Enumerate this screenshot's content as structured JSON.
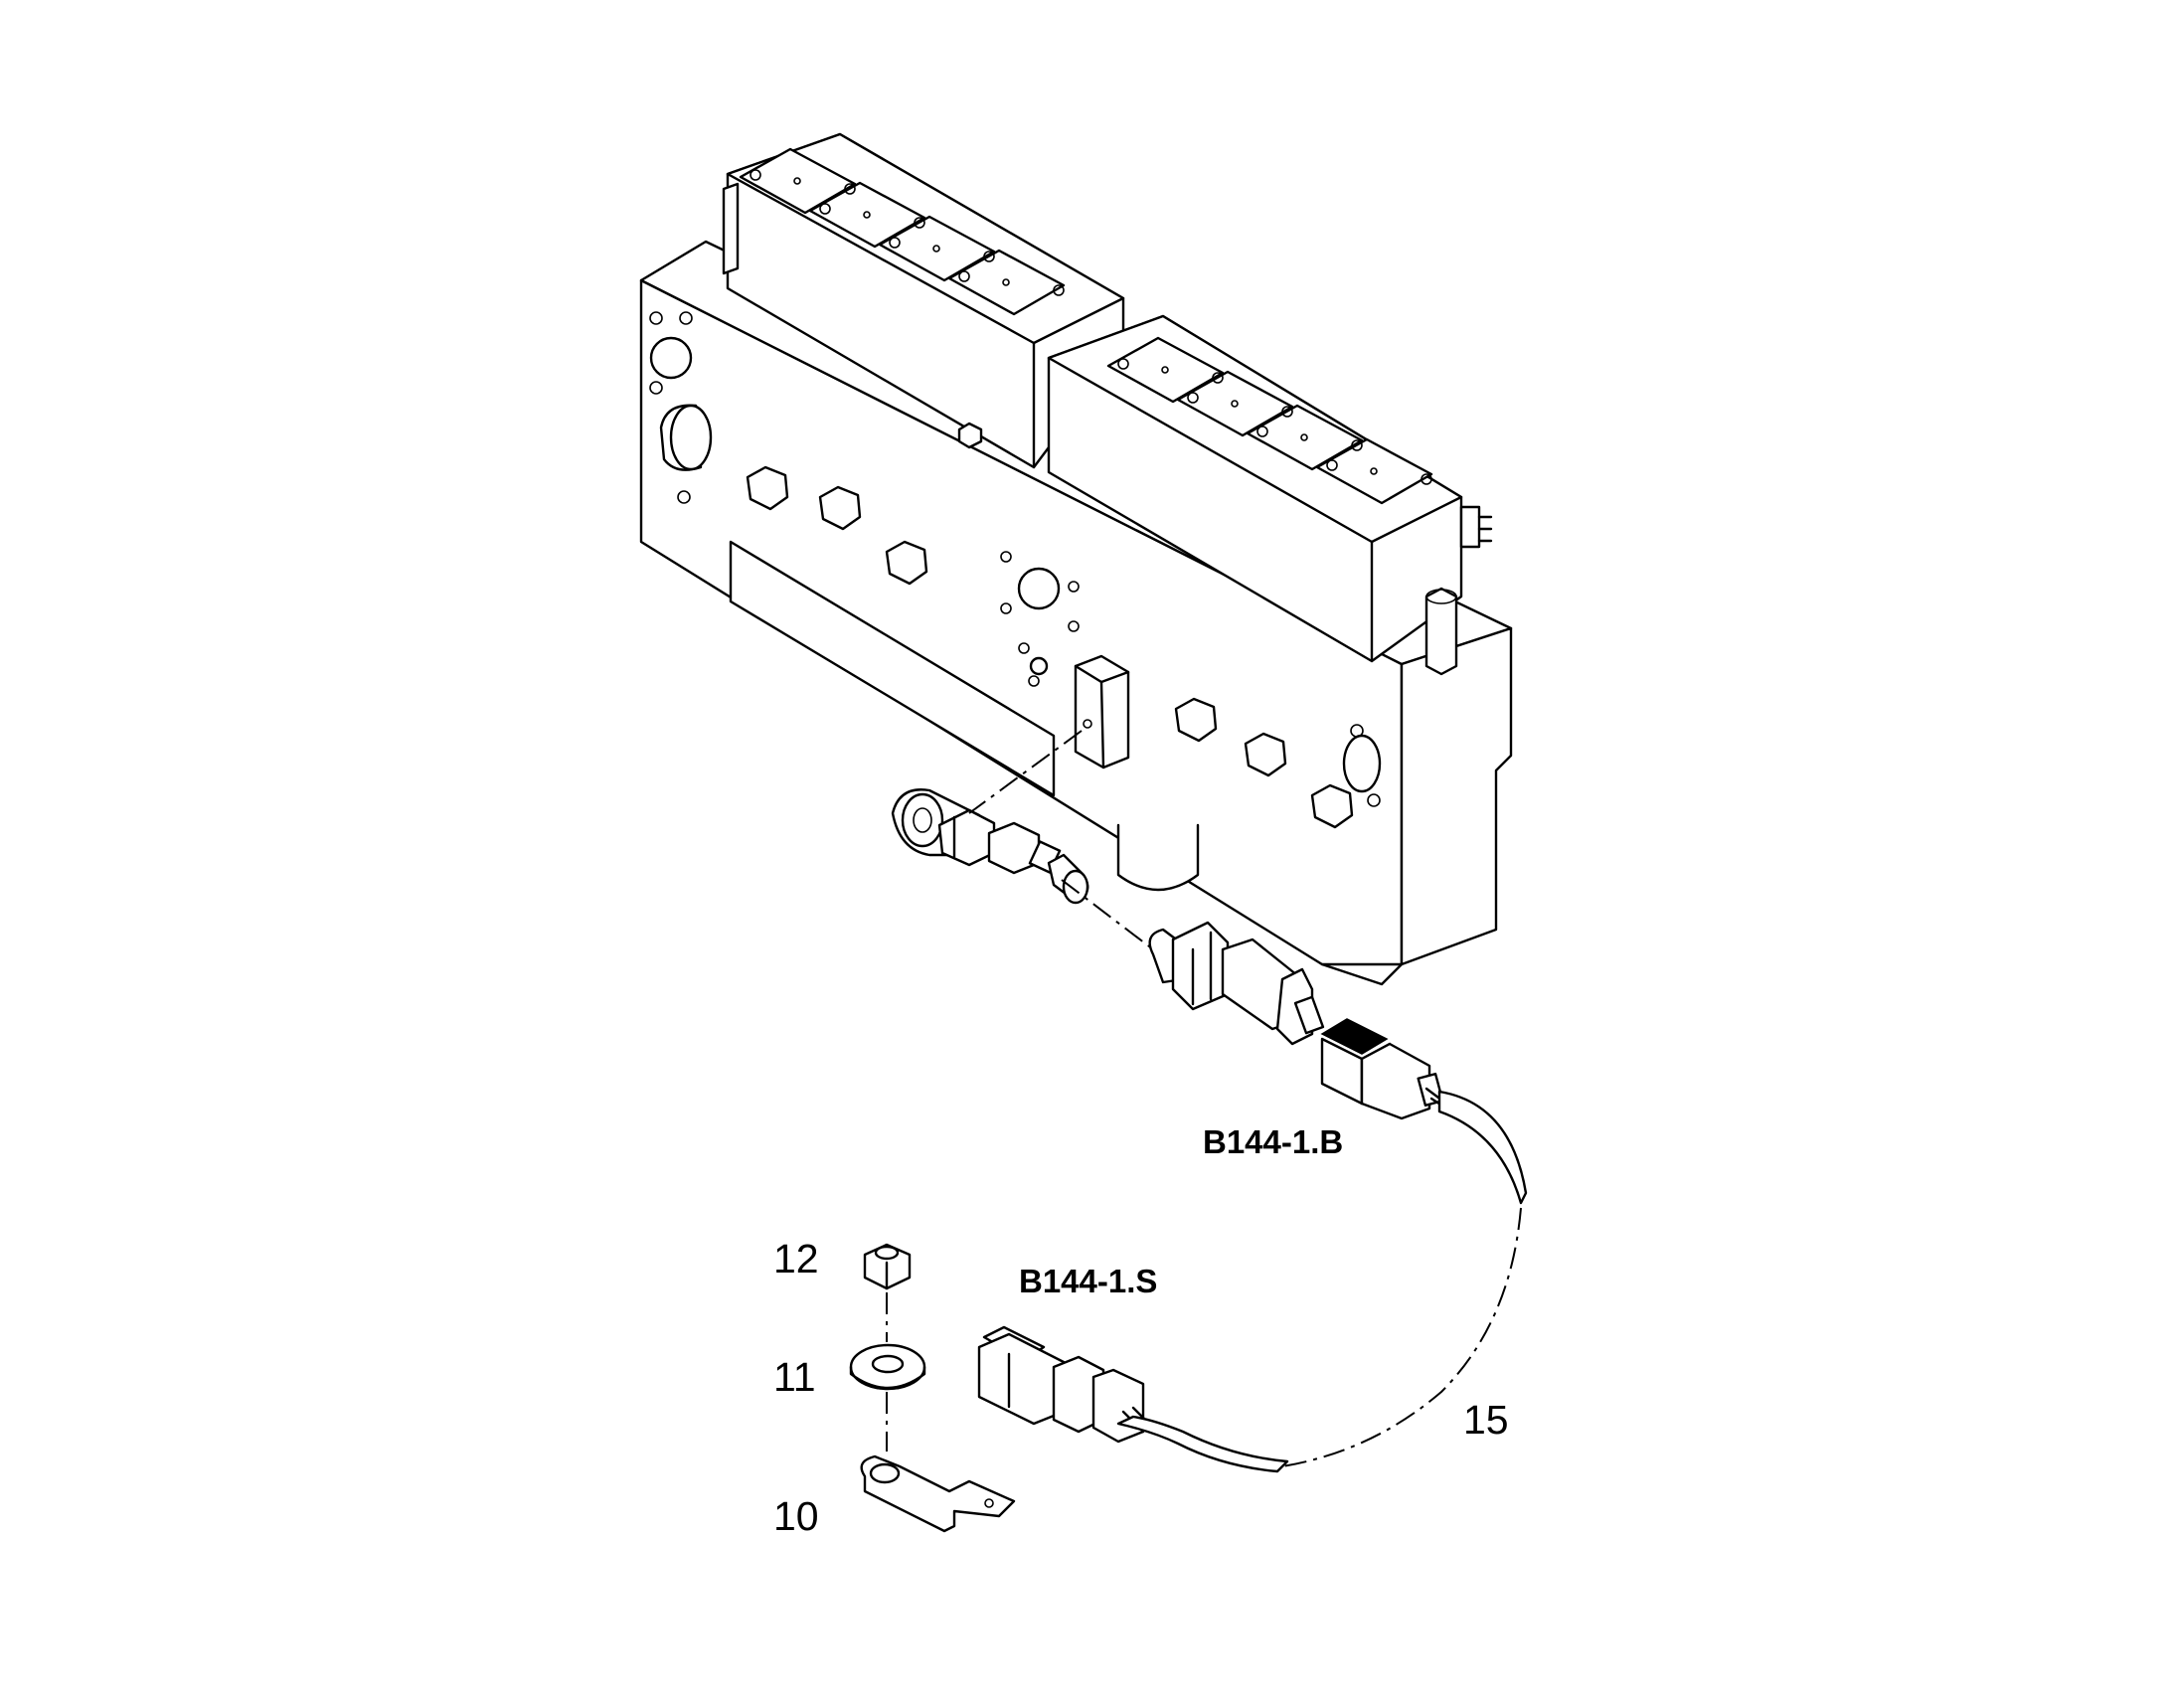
{
  "callouts": {
    "c10": "10",
    "c11": "11",
    "c12": "12",
    "c15": "15"
  },
  "connectors": {
    "b144_1_b": "B144-1.B",
    "b144_1_s": "B144-1.S"
  },
  "colors": {
    "line": "#000000",
    "fill": "#ffffff"
  }
}
